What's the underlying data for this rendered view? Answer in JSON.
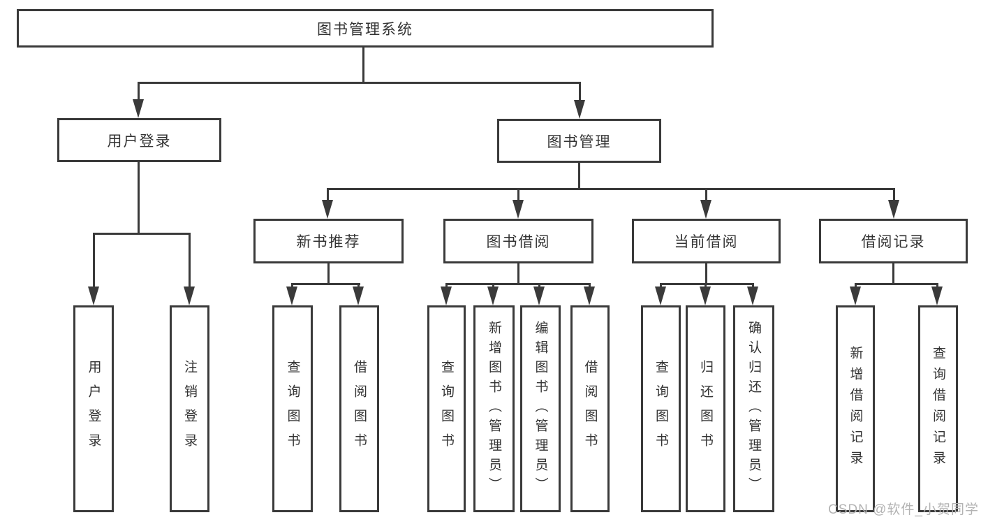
{
  "nodes": {
    "root": "图书管理系统",
    "user_login": "用户登录",
    "book_management": "图书管理",
    "new_books": "新书推荐",
    "book_borrowing": "图书借阅",
    "current_borrowing": "当前借阅",
    "borrowing_records": "借阅记录"
  },
  "leaves": {
    "user_login": "用户登录",
    "logout_login": "注销登录",
    "new_books_query": "查询图书",
    "new_books_borrow": "借阅图书",
    "borrowing_query": "查询图书",
    "borrowing_add": "新增图书（管理员）",
    "borrowing_edit": "编辑图书（管理员）",
    "borrowing_borrow": "借阅图书",
    "current_query": "查询图书",
    "current_return": "归还图书",
    "current_confirm_return": "确认归还（管理员）",
    "records_add": "新增借阅记录",
    "records_query": "查询借阅记录"
  },
  "watermark": "CSDN @软件_小贺同学",
  "colors": {
    "line": "#3a3a3a",
    "text": "#333333",
    "watermark": "#b3b3b3",
    "background": "#ffffff"
  }
}
